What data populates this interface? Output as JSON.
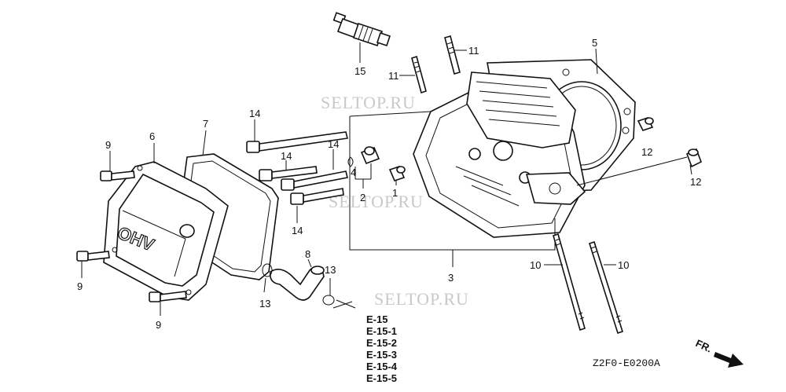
{
  "callouts": {
    "c1": "1",
    "c2": "2",
    "c3": "3",
    "c4": "4",
    "c5": "5",
    "c6": "6",
    "c7": "7",
    "c8": "8",
    "c9a": "9",
    "c9b": "9",
    "c9c": "9",
    "c10a": "10",
    "c10b": "10",
    "c11a": "11",
    "c11b": "11",
    "c12a": "12",
    "c12b": "12",
    "c13a": "13",
    "c13b": "13",
    "c14a": "14",
    "c14b": "14",
    "c14c": "14",
    "c14d": "14",
    "c15": "15"
  },
  "cover_text": "OHV",
  "watermarks": [
    "SELTOP.RU",
    "SELTOP.RU",
    "SELTOP.RU"
  ],
  "references": [
    "E-15",
    "E-15-1",
    "E-15-2",
    "E-15-3",
    "E-15-4",
    "E-15-5"
  ],
  "diagram_code": "Z2F0-E0200A",
  "direction_label": "FR."
}
